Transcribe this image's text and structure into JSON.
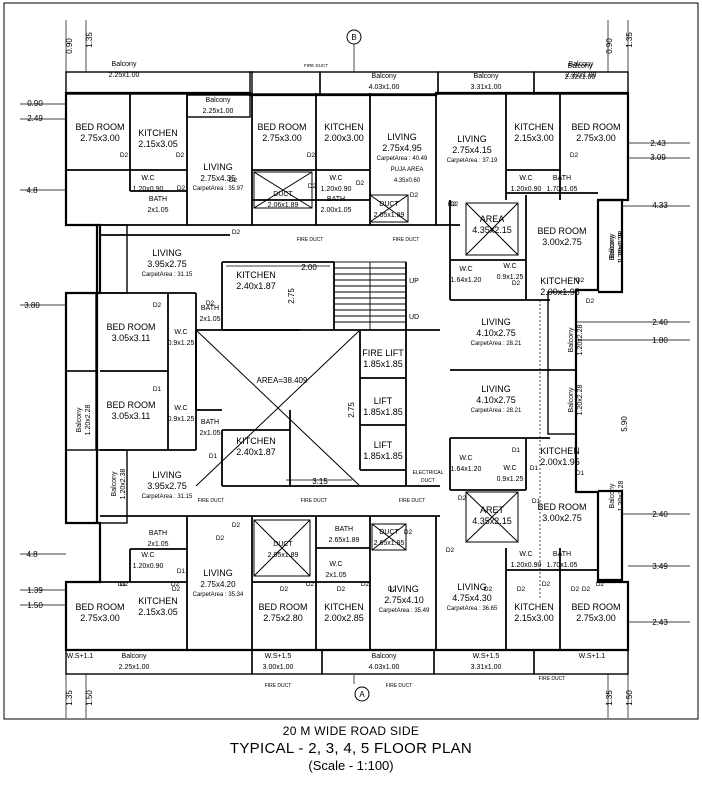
{
  "rooms": [
    {
      "n": "Balcony",
      "d": "2.32x1.00"
    },
    {
      "n": "Balcony",
      "d": "2.25x1.00"
    },
    {
      "n": "Balcony",
      "d": "4.03x1.00"
    },
    {
      "n": "Balcony",
      "d": "3.31x1.00"
    },
    {
      "n": "Balcony",
      "d": "2.32x1.00"
    },
    {
      "n": "Balcony",
      "d": "2.25x1.00"
    },
    {
      "n": "BED ROOM",
      "d": "2.75x3.00"
    },
    {
      "n": "KITCHEN",
      "d": "2.15x3.05"
    },
    {
      "n": "LIVING",
      "d": "2.75x4.35",
      "c": "CarpetArea : 35.97"
    },
    {
      "n": "BED ROOM",
      "d": "2.75x3.00"
    },
    {
      "n": "KITCHEN",
      "d": "2.00x3.00"
    },
    {
      "n": "LIVING",
      "d": "2.75x4.95",
      "c": "CarpetArea : 40.49"
    },
    {
      "n": "LIVING",
      "d": "2.75x4.15",
      "c": "CarpetArea : 37.19"
    },
    {
      "n": "KITCHEN",
      "d": "2.15x3.00"
    },
    {
      "n": "BED ROOM",
      "d": "2.75x3.00"
    },
    {
      "n": "W.C",
      "d": "1.20x0.90"
    },
    {
      "n": "BATH",
      "d": "2x1.05"
    },
    {
      "n": "DUCT",
      "d": "2.06x1.89"
    },
    {
      "n": "W.C",
      "d": "1.20x0.90"
    },
    {
      "n": "BATH",
      "d": "2.00x1.05"
    },
    {
      "n": "DUCT",
      "d": "2.05x1.89"
    },
    {
      "n": "PUJA AREA",
      "d": "4.35x0.60"
    },
    {
      "n": "W.C",
      "d": "1.20x0.90"
    },
    {
      "n": "BATH",
      "d": "1.70x1.05"
    },
    {
      "n": "AREA",
      "d": "4.35x2.15"
    },
    {
      "n": "BED ROOM",
      "d": "3.00x2.75"
    },
    {
      "n": "Balcony",
      "d": "1.20x2.28"
    },
    {
      "n": "LIVING",
      "d": "3.95x2.75",
      "c": "CarpetArea : 31.15"
    },
    {
      "n": "KITCHEN",
      "d": "2.40x1.87"
    },
    {
      "n": "W.C",
      "d": "1.64x1.20"
    },
    {
      "n": "W.C",
      "d": "0.9x1.25"
    },
    {
      "n": "KITCHEN",
      "d": "2.00x1.95"
    },
    {
      "n": "Balcony",
      "d": "1.20x2.28"
    },
    {
      "n": "BED ROOM",
      "d": "3.05x3.11"
    },
    {
      "n": "W.C",
      "d": "0.9x1.25"
    },
    {
      "n": "BATH",
      "d": "2x1.05"
    },
    {
      "n": "LIVING",
      "d": "4.10x2.75",
      "c": "CarpetArea : 28.21"
    },
    {
      "n": "Balcony",
      "d": "1.20x2.28"
    },
    {
      "n": "FIRE LIFT",
      "d": "1.85x1.85"
    },
    {
      "n": "LIFT",
      "d": "1.85x1.85"
    },
    {
      "n": "LIFT",
      "d": "1.85x1.85"
    },
    {
      "n": "Balcony",
      "d": "1.20x2.28"
    },
    {
      "n": "BED ROOM",
      "d": "3.05x3.11"
    },
    {
      "n": "W.C",
      "d": "0.9x1.25"
    },
    {
      "n": "LIVING",
      "d": "4.10x2.75",
      "c": "CarpetArea : 28.21"
    },
    {
      "n": "Balcony",
      "d": "1.20x2.28"
    },
    {
      "n": "BATH",
      "d": "2x1.05"
    },
    {
      "n": "KITCHEN",
      "d": "2.40x1.87"
    },
    {
      "n": "KITCHEN",
      "d": "2.00x1.95"
    },
    {
      "n": "W.C",
      "d": "1.64x1.20"
    },
    {
      "n": "W.C",
      "d": "0.9x1.25"
    },
    {
      "n": "Balcony",
      "d": "1.20x2.38"
    },
    {
      "n": "LIVING",
      "d": "3.95x2.75",
      "c": "CarpetArea : 31.15"
    },
    {
      "n": "BED ROOM",
      "d": "3.00x2.75"
    },
    {
      "n": "ARET",
      "d": "4.35x2.15"
    },
    {
      "n": "Balcony",
      "d": "1.20x2.28"
    },
    {
      "n": "BATH",
      "d": "2x1.05"
    },
    {
      "n": "W.C",
      "d": "1.20x0.90"
    },
    {
      "n": "DUCT",
      "d": "2.05x1.89"
    },
    {
      "n": "BATH",
      "d": "2.65x1.89"
    },
    {
      "n": "DUCT",
      "d": "2.65x1.95"
    },
    {
      "n": "W.C",
      "d": "1.20x0.90"
    },
    {
      "n": "BATH",
      "d": "1.70x1.05"
    },
    {
      "n": "W.C",
      "d": "2x1.05"
    },
    {
      "n": "LIVING",
      "d": "2.75x4.20",
      "c": "CarpetArea : 35.34"
    },
    {
      "n": "LIVING",
      "d": "2.75x4.10",
      "c": "CarpetArea : 35.49"
    },
    {
      "n": "LIVING",
      "d": "4.75x4.30",
      "c": "CarpetArea : 36.65"
    },
    {
      "n": "BED ROOM",
      "d": "2.75x3.00"
    },
    {
      "n": "KITCHEN",
      "d": "2.15x3.05"
    },
    {
      "n": "BED ROOM",
      "d": "2.75x2.80"
    },
    {
      "n": "KITCHEN",
      "d": "2.00x2.85"
    },
    {
      "n": "KITCHEN",
      "d": "2.15x3.00"
    },
    {
      "n": "BED ROOM",
      "d": "2.75x3.00"
    },
    {
      "n": "W.S+1.1",
      "d": ""
    },
    {
      "n": "Balcony",
      "d": "2.25x1.00"
    },
    {
      "n": "W.S+1.5",
      "d": "3.00x1.00"
    },
    {
      "n": "Balcony",
      "d": "4.03x1.00"
    },
    {
      "n": "W.S+1.5",
      "d": "3.31x1.00"
    },
    {
      "n": "W.S+1.1",
      "d": ""
    },
    {
      "n": "Balcony",
      "d": "2.32x1.00"
    }
  ],
  "labels": [
    "FIRE DUCT",
    "FIRE DUCT",
    "FIRE DUCT",
    "FIRE DUCT",
    "FIRE DUCT",
    "FIRE DUCT",
    "FIRE DUCT",
    "FIRE DUCT",
    "FIRE DUCT",
    "AREA=38.409",
    "UP",
    "UD",
    "ELECTRICAL",
    "DUCT"
  ],
  "doors": [
    "D2",
    "D2",
    "D2",
    "D2",
    "D2",
    "D2",
    "D2",
    "D2",
    "D2",
    "D2",
    "D2",
    "D2",
    "D1",
    "D1",
    "D1",
    "D1",
    "D1",
    "D1",
    "D1",
    "D1",
    "D2",
    "D2",
    "D2",
    "D2",
    "D2",
    "D2",
    "D2",
    "D2",
    "D2",
    "D2",
    "D2",
    "D2",
    "D2",
    "D2",
    "D2",
    "D2",
    "D2",
    "D2",
    "D2",
    "D2",
    "D2",
    "D2",
    "D2",
    "D2"
  ],
  "dims": [
    "0.90",
    "1.35",
    "0.90",
    "1.35",
    "0.90",
    "2.49",
    "2.43",
    "3.09",
    "4.8",
    "4.33",
    "3.80",
    "2.40",
    "1.80",
    "5.90",
    "2.40",
    "4.8",
    "3.49",
    "1.39",
    "1.50",
    "2.43",
    "1.35",
    "1.50",
    "1.35",
    "1.50",
    "2.00",
    "2.75",
    "2.75",
    "3.15"
  ],
  "axis": [
    "B",
    "A"
  ],
  "caption": {
    "line1": "20 M WIDE ROAD SIDE",
    "line2": "TYPICAL - 2, 3, 4, 5 FLOOR PLAN",
    "line3": "(Scale - 1:100)"
  }
}
